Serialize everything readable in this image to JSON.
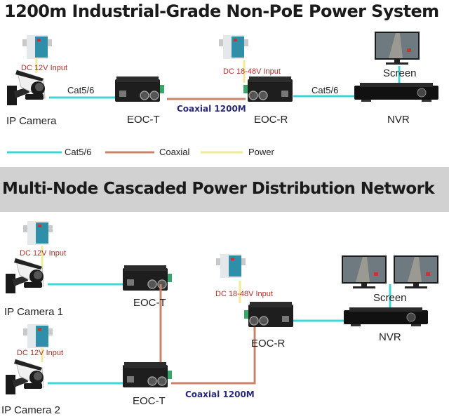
{
  "colors": {
    "cat56": "#3fd6d6",
    "coaxial": "#c8836a",
    "power": "#f1ea96",
    "power_label": "#b0302a",
    "coax_label": "#2a2a7a",
    "title_band": "#d1d1d1"
  },
  "section1": {
    "title": "1200m Industrial-Grade Non-PoE Power System",
    "camera_label": "IP Camera",
    "camera_power": "DC 12V Input",
    "cat_left": "Cat5/6",
    "eoc_t_label": "EOC-T",
    "coax_label": "Coaxial 1200M",
    "eoc_r_power": "DC 18-48V Input",
    "eoc_r_label": "EOC-R",
    "cat_right": "Cat5/6",
    "screen_label": "Screen",
    "nvr_label": "NVR"
  },
  "legend": {
    "items": [
      {
        "label": "Cat5/6",
        "type": "cat56"
      },
      {
        "label": "Coaxial",
        "type": "coaxial"
      },
      {
        "label": "Power",
        "type": "power"
      }
    ]
  },
  "section2": {
    "title": "Multi-Node Cascaded Power Distribution Network",
    "camera1_label": "IP Camera 1",
    "camera1_power": "DC 12V Input",
    "eoc_t1_label": "EOC-T",
    "camera2_label": "IP Camera 2",
    "camera2_power": "DC 12V Input",
    "eoc_t2_label": "EOC-T",
    "coax_label": "Coaxial 1200M",
    "eoc_r_power": "DC 18-48V Input",
    "eoc_r_label": "EOC-R",
    "screen_label": "Screen",
    "nvr_label": "NVR"
  }
}
